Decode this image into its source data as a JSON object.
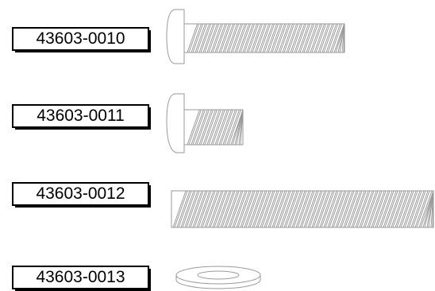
{
  "parts": [
    {
      "part_number": "43603-0010",
      "item": "button-head-screw-long"
    },
    {
      "part_number": "43603-0011",
      "item": "button-head-screw-short"
    },
    {
      "part_number": "43603-0012",
      "item": "threaded-rod"
    },
    {
      "part_number": "43603-0013",
      "item": "flat-washer"
    }
  ]
}
